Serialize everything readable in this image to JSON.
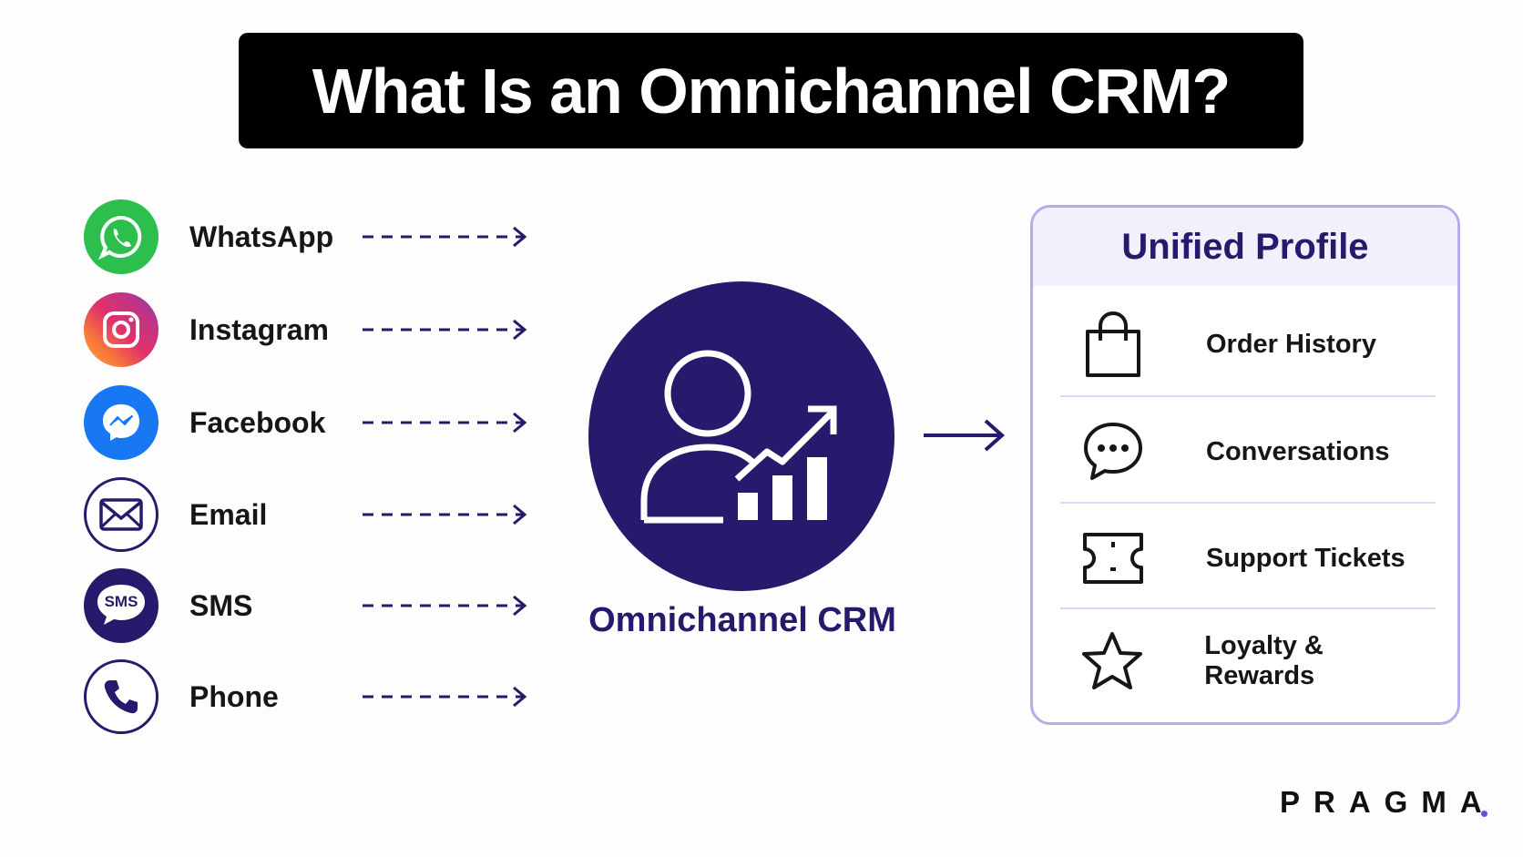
{
  "title": "What Is an Omnichannel CRM?",
  "channels": [
    {
      "label": "WhatsApp",
      "icon": "whatsapp-icon",
      "color": "#2dbf4d"
    },
    {
      "label": "Instagram",
      "icon": "instagram-icon",
      "color": "#e1306c"
    },
    {
      "label": "Facebook",
      "icon": "messenger-icon",
      "color": "#1877f2"
    },
    {
      "label": "Email",
      "icon": "envelope-icon",
      "color": "#261a6c"
    },
    {
      "label": "SMS",
      "icon": "sms-icon",
      "color": "#261a6c",
      "badge": "SMS"
    },
    {
      "label": "Phone",
      "icon": "phone-icon",
      "color": "#261a6c"
    }
  ],
  "hub": {
    "label": "Omnichannel CRM",
    "icon": "user-growth-icon",
    "color": "#261a6c"
  },
  "profile": {
    "title": "Unified Profile",
    "items": [
      {
        "label": "Order History",
        "icon": "shopping-bag-icon"
      },
      {
        "label": "Conversations",
        "icon": "chat-bubble-icon"
      },
      {
        "label": "Support Tickets",
        "icon": "ticket-icon"
      },
      {
        "label": "Loyalty & Rewards",
        "icon": "star-icon"
      }
    ]
  },
  "brand": "PRAGMA",
  "colors": {
    "accent": "#261a6c",
    "card_border": "#b6acea",
    "brand_dot": "#6e48e0"
  }
}
